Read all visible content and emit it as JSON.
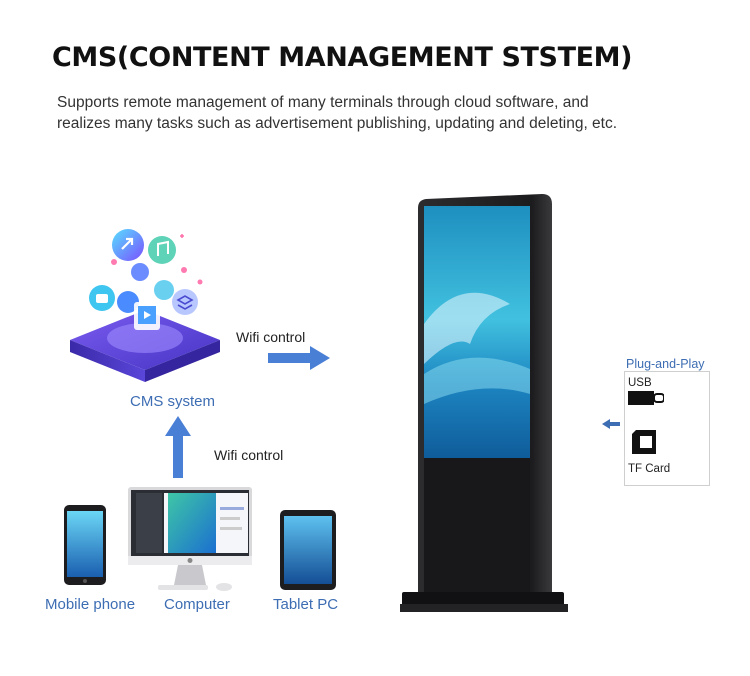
{
  "title": "CMS(CONTENT MANAGEMENT STSTEM)",
  "description": "Supports remote management of many terminals through cloud software, and realizes many tasks such as advertisement publishing, updating and deleting, etc.",
  "cms": {
    "label": "CMS system"
  },
  "links": {
    "wifi_right": "Wifi control",
    "wifi_up": "Wifi  control"
  },
  "devices": {
    "phone": "Mobile phone",
    "computer": "Computer",
    "tablet": "Tablet PC"
  },
  "plug_and_play": {
    "title": "Plug-and-Play",
    "usb": "USB",
    "tf_card": "TF Card"
  },
  "colors": {
    "accent_blue": "#3d6db3",
    "arrow_blue": "#4a7fd6",
    "platform_purple": "#6a4cd8"
  },
  "icons": [
    "share-icon",
    "music-icon",
    "video-icon",
    "camera-icon",
    "layers-icon",
    "usb-drive-icon",
    "sd-card-icon"
  ]
}
